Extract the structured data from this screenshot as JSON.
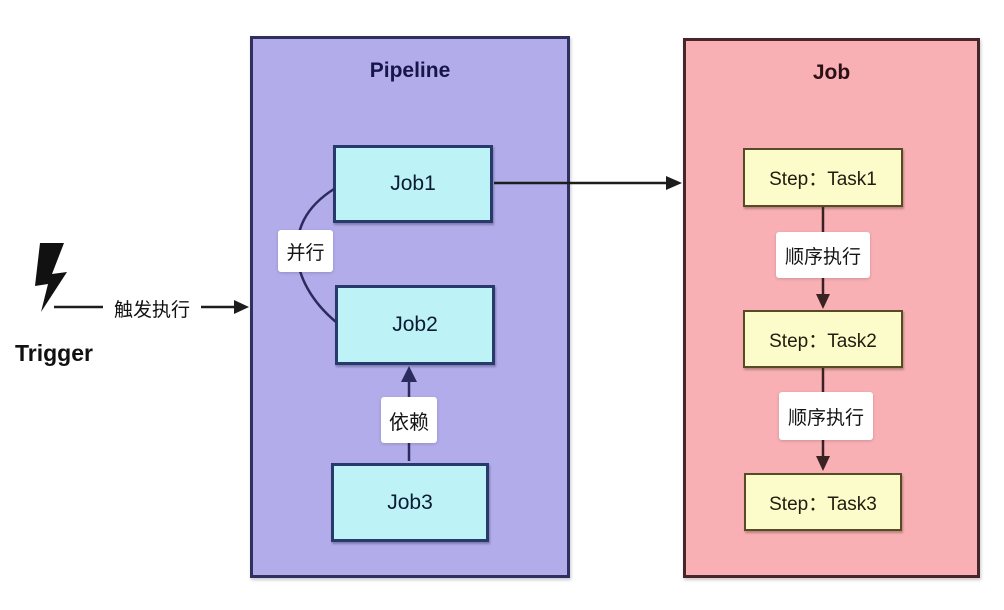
{
  "trigger": {
    "label": "Trigger",
    "arrow_label": "触发执行",
    "icon": "lightning-bolt"
  },
  "pipeline": {
    "title": "Pipeline",
    "jobs": [
      {
        "label": "Job1"
      },
      {
        "label": "Job2"
      },
      {
        "label": "Job3"
      }
    ],
    "parallel_label": "并行",
    "dependency_label": "依赖"
  },
  "job_panel": {
    "title": "Job",
    "steps": [
      {
        "label": "Step：Task1"
      },
      {
        "label": "Step：Task2"
      },
      {
        "label": "Step：Task3"
      }
    ],
    "sequence_labels": [
      "顺序执行",
      "顺序执行"
    ]
  },
  "colors": {
    "background": "#ffffff",
    "pipeline_panel_fill": "#b2adea",
    "pipeline_panel_border": "#30305f",
    "job_box_fill": "#bdf3f7",
    "job_box_border": "#273a6b",
    "job_panel_fill": "#f9b0b5",
    "job_panel_border": "#45272b",
    "step_box_fill": "#fbfcc9",
    "step_box_border": "#564a27",
    "edge_label_bg": "#ffffff",
    "arrow_black": "#1d1d1d",
    "arrow_navy": "#2b2b5e",
    "arrow_maroon": "#3a2222"
  }
}
